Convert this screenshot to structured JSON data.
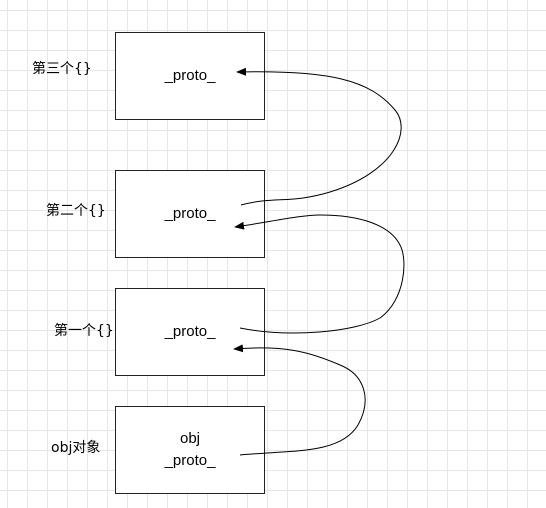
{
  "nodes": [
    {
      "id": "third",
      "label": "第三个{}",
      "lines": [
        "_proto_"
      ]
    },
    {
      "id": "second",
      "label": "第二个{}",
      "lines": [
        "_proto_"
      ]
    },
    {
      "id": "first",
      "label": "第一个{}",
      "lines": [
        "_proto_"
      ]
    },
    {
      "id": "obj",
      "label": "obj对象",
      "lines": [
        "obj",
        "_proto_"
      ]
    }
  ],
  "edges": [
    {
      "from": "second",
      "to": "third"
    },
    {
      "from": "first",
      "to": "second"
    },
    {
      "from": "obj",
      "to": "first"
    }
  ],
  "colors": {
    "line": "#000000",
    "grid": "#e6e6e6"
  }
}
